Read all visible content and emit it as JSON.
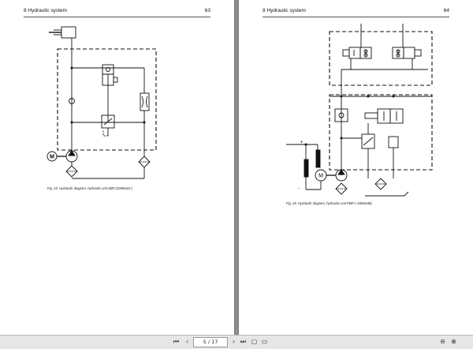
{
  "left_page": {
    "section_title": "8 Hydraulic system",
    "page_number": "63",
    "caption": "Fig. 25. Hydraulic diagram, hydraulic unit SBP (2008w46-)",
    "motor_label": "M"
  },
  "right_page": {
    "section_title": "8 Hydraulic system",
    "page_number": "64",
    "caption": "Fig. 26. Hydraulic diagram, hydraulic unit PBP (~2008w38)",
    "motor_label": "M",
    "plus_label": "+",
    "minus_label": "-"
  },
  "toolbar": {
    "page_indicator": "5 / 17",
    "icons": [
      "first-page-icon",
      "prev-page-icon",
      "next-page-icon",
      "last-page-icon",
      "fit-page-icon",
      "fit-width-icon",
      "zoom-out-icon",
      "zoom-in-icon"
    ]
  }
}
